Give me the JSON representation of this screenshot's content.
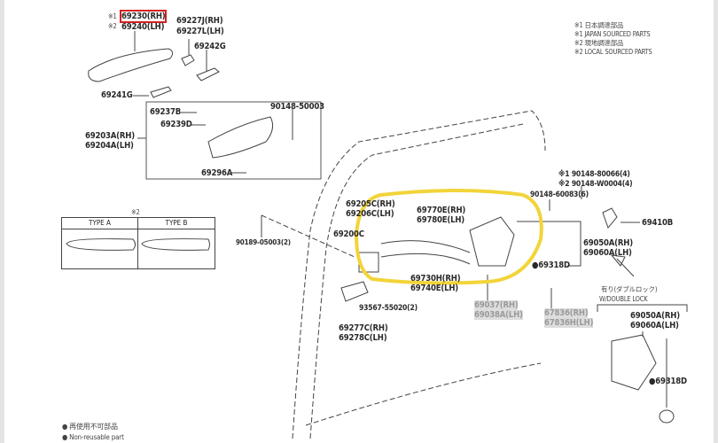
{
  "notes": [
    "※1 日本調達部品",
    "※1 JAPAN SOURCED PARTS",
    "※2 現地調達部品",
    "※2 LOCAL SOURCED PARTS"
  ],
  "handle": {
    "mark1": "※1",
    "mark2": "※2",
    "rh": "69230(RH)",
    "lh": "69240(LH)",
    "cap_rh": "69227J(RH)",
    "cap_lh": "69227L(LH)",
    "pad": "69242G",
    "pad2": "69241G"
  },
  "frame_box": {
    "p1": "69237B",
    "p2": "69239D",
    "bolt": "90148-50003",
    "rh": "69203A(RH)",
    "lh": "69204A(LH)",
    "screw": "69296A"
  },
  "type_table": {
    "mark": "※2",
    "type_a": "TYPE  A",
    "type_b": "TYPE  B"
  },
  "door": {
    "clip": "90189-05003(2)",
    "c_rh": "69205C(RH)",
    "c_lh": "69206C(LH)",
    "c2": "69200C",
    "cable_rh": "69770E(RH)",
    "cable_lh": "69780E(LH)",
    "rod_rh": "69730H(RH)",
    "rod_lh": "69740E(LH)",
    "screw": "93567-55020(2)",
    "pad_rh": "69277C(RH)",
    "pad_lh": "69278C(LH)",
    "cover_rh": "69037(RH)",
    "cover_lh": "69038A(LH)",
    "sw_rh": "67836(RH)",
    "sw_lh": "67836H(LH)",
    "bolt6": "90148-60083(6)",
    "bolt_j": "※1 90148-80066(4)",
    "bolt_l": "※2 90148-W0004(4)",
    "striker": "69410B",
    "lock_rh": "69050A(RH)",
    "lock_lh": "69060A(LH)",
    "seal": "●69318D"
  },
  "double_lock": {
    "jp": "有り(ダブルロック)",
    "en": "W/DOUBLE LOCK",
    "lock_rh": "69050A(RH)",
    "lock_lh": "69060A(LH)",
    "seal": "●69318D"
  },
  "legend": {
    "jp": "● 再使用不可部品",
    "en": "● Non-reusable part"
  },
  "colors": {
    "highlight": "#f2d43a",
    "redbox": "#d42020"
  }
}
